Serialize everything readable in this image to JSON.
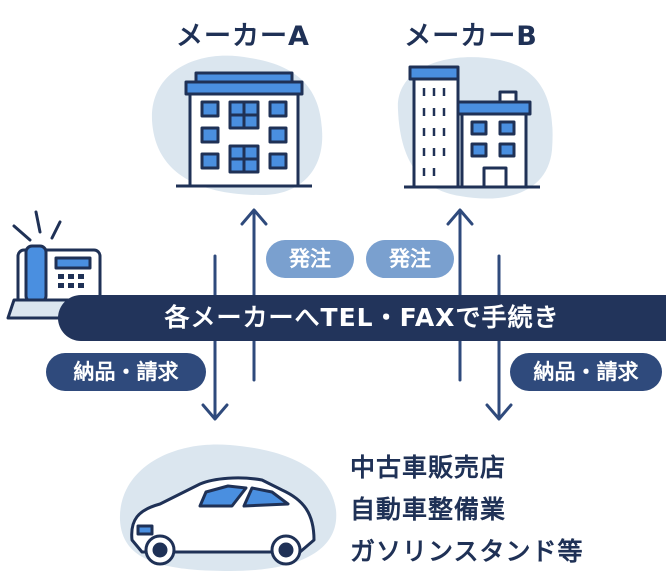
{
  "makers": {
    "a_title": "メーカーA",
    "b_title": "メーカーB"
  },
  "flow": {
    "order_label_left": "発注",
    "order_label_right": "発注",
    "delivery_label_left": "納品・請求",
    "delivery_label_right": "納品・請求"
  },
  "banner": {
    "text": "各メーカーへTEL・FAXで手続き"
  },
  "dealers": {
    "line1": "中古車販売店",
    "line2": "自動車整備業",
    "line3": "ガソリンスタンド等"
  },
  "colors": {
    "navy": "#22345b",
    "pill_light": "#7aa0cf",
    "blob": "#dbe6ef",
    "icon_blue": "#4a8fe0",
    "outline": "#1f3156"
  },
  "icons": [
    "office-building-icon",
    "twin-building-icon",
    "fax-phone-icon",
    "car-icon",
    "arrow-up-icon",
    "arrow-down-icon"
  ]
}
